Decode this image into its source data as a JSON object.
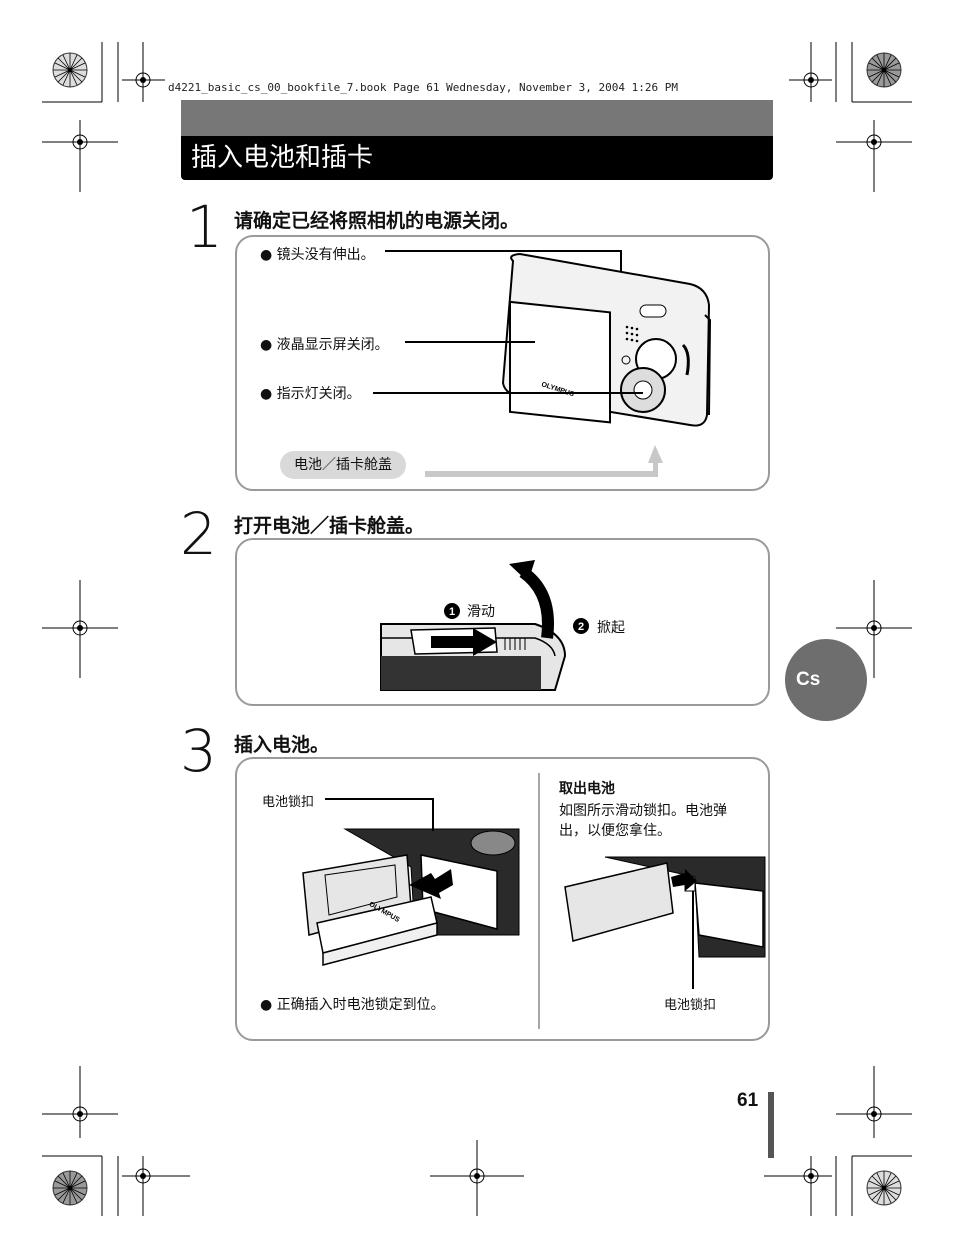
{
  "print_header": "d4221_basic_cs_00_bookfile_7.book  Page 61  Wednesday, November 3, 2004  1:26 PM",
  "section_title": "插入电池和插卡",
  "steps": [
    {
      "number": "1",
      "title": "请确定已经将照相机的电源关闭。",
      "bullets": [
        "镜头没有伸出。",
        "液晶显示屏关闭。",
        "指示灯关闭。"
      ],
      "tag": "电池／插卡舱盖",
      "camera_logo": "OLYMPUS"
    },
    {
      "number": "2",
      "title": "打开电池／插卡舱盖。",
      "actions": [
        {
          "marker": "1",
          "label": "滑动"
        },
        {
          "marker": "2",
          "label": "掀起"
        }
      ]
    },
    {
      "number": "3",
      "title": "插入电池。",
      "lock_label": "电池锁扣",
      "note": "正确插入时电池锁定到位。",
      "battery_logo": "OLYMPUS",
      "remove": {
        "heading": "取出电池",
        "lines": [
          "如图所示滑动锁扣。电池弹",
          "出，以便您拿住。"
        ],
        "lock_label": "电池锁扣"
      }
    }
  ],
  "language_tab": "Cs",
  "page_number": "61",
  "colors": {
    "title_band": "#000000",
    "title_band_top": "#777777",
    "panel_border": "#9a9a9a",
    "tag_fill": "#d9d9d9",
    "language_tab": "#6e6e6e"
  }
}
